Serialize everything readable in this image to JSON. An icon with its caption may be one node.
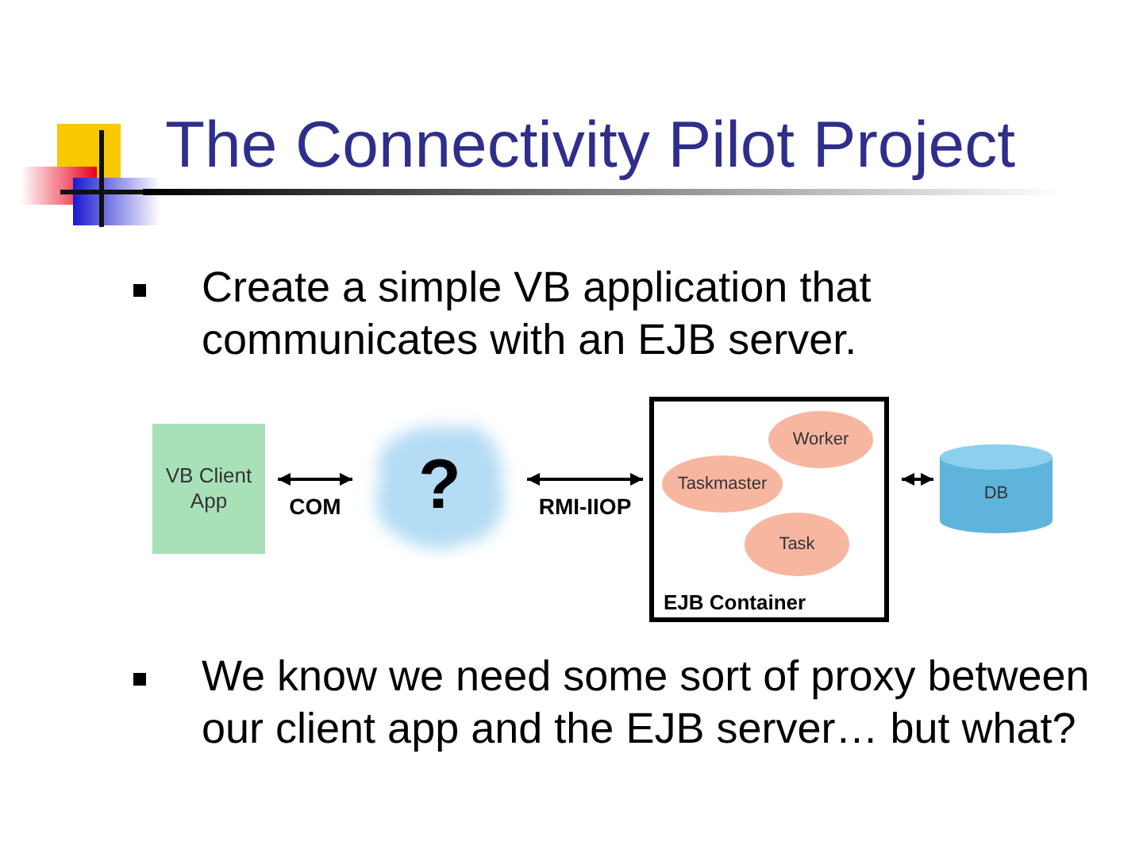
{
  "diagram": {
    "title": "The Connectivity Pilot Project",
    "nodes": [
      {
        "text": [
          "VB Client App"
        ]
      },
      {
        "text": [
          "?"
        ]
      },
      {
        "text": [
          "EJB Container"
        ]
      },
      {
        "text": [
          "Worker"
        ],
        "in": 2
      },
      {
        "text": [
          "Taskmaster"
        ],
        "in": 2
      },
      {
        "text": [
          "Task"
        ],
        "in": 2
      },
      {
        "text": [
          "DB"
        ]
      }
    ],
    "edges": [
      {
        "from": 0,
        "to": 1,
        "arrow": "both",
        "label": "COM"
      },
      {
        "from": 1,
        "to": 2,
        "arrow": "both",
        "label": "RMI-IIOP"
      },
      {
        "from": 2,
        "to": 6,
        "arrow": "both"
      }
    ],
    "labels": [
      "Create a simple VB application that communicates with an EJB server.",
      "We know we need some sort of proxy between our client app and the EJB server… but what?"
    ]
  }
}
